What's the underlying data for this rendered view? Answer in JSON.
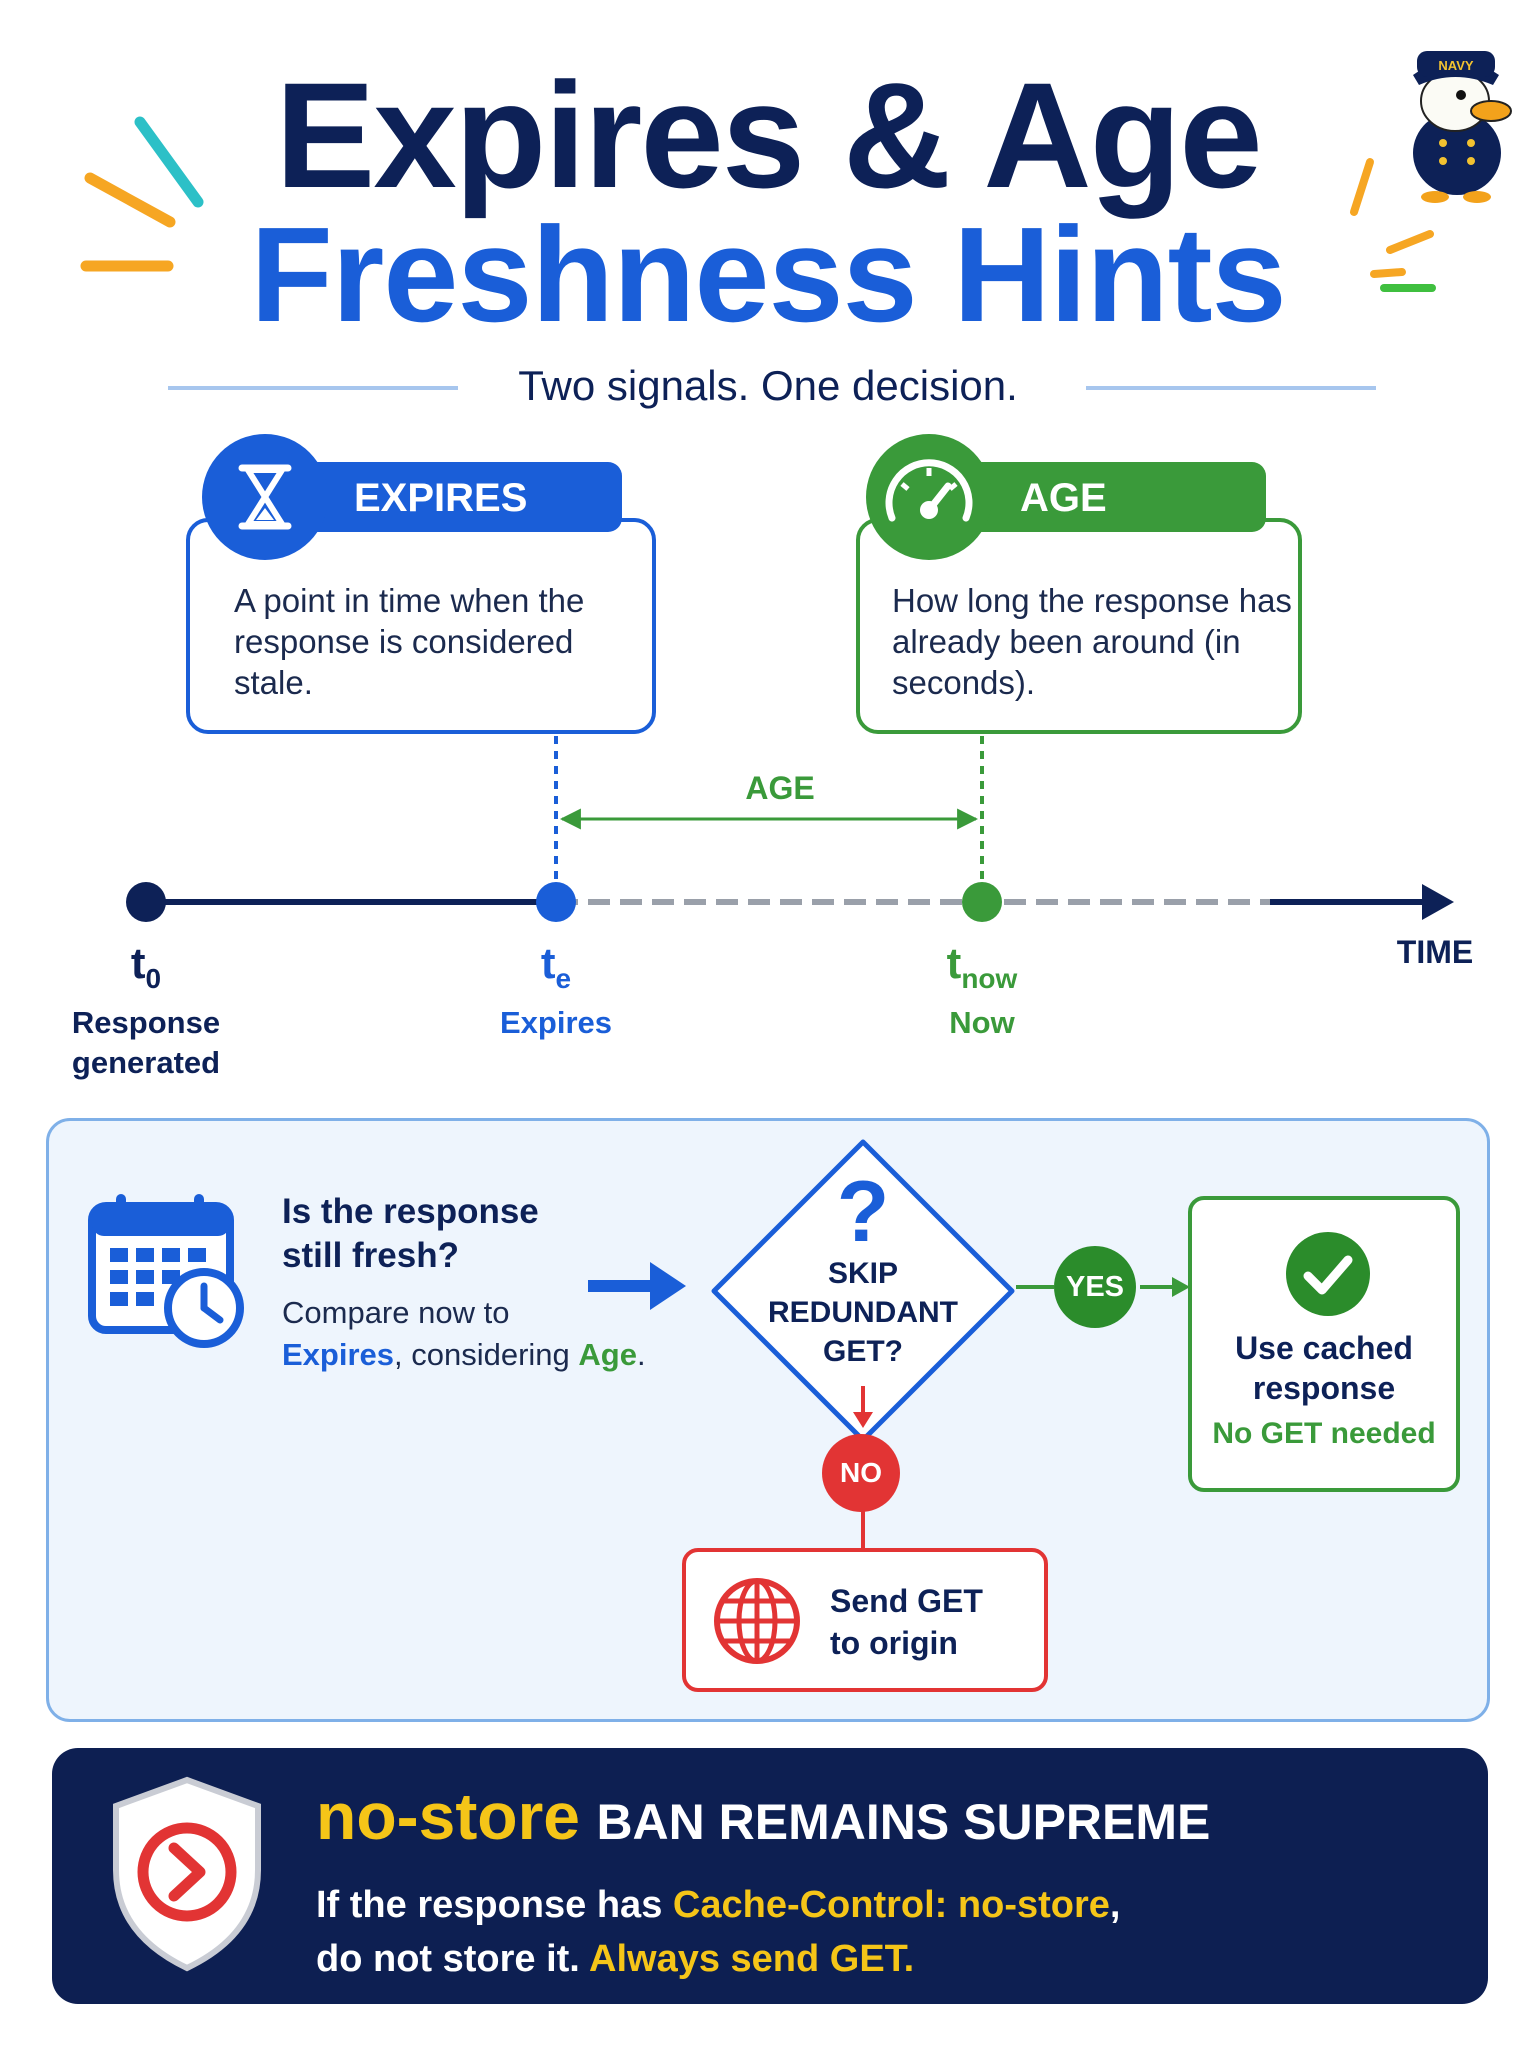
{
  "header": {
    "title_line1": "Expires & Age",
    "title_line2": "Freshness Hints",
    "subtitle": "Two signals. One decision.",
    "mascot_cap_text": "NAVY"
  },
  "cards": {
    "expires": {
      "label": "EXPIRES",
      "icon": "hourglass-icon",
      "text": [
        "A point in time when the",
        "response is considered",
        "stale."
      ],
      "color": "#1a5ed8"
    },
    "age": {
      "label": "AGE",
      "icon": "speedometer-icon",
      "text": [
        "How long the response has",
        "already been around (in",
        "seconds)."
      ],
      "color": "#3a9a3a"
    }
  },
  "timeline": {
    "age_span_label": "AGE",
    "axis_label": "TIME",
    "points": [
      {
        "symbol": "t",
        "sub": "0",
        "caption": [
          "Response",
          "generated"
        ],
        "color": "#0d2157"
      },
      {
        "symbol": "t",
        "sub": "e",
        "caption": [
          "Expires"
        ],
        "color": "#1a5ed8"
      },
      {
        "symbol": "t",
        "sub": "now",
        "caption": [
          "Now"
        ],
        "color": "#3a9a3a"
      }
    ]
  },
  "decision": {
    "question": [
      "Is the response",
      "still fresh?"
    ],
    "compare_prefix": "Compare now to",
    "compare_expires": "Expires",
    "compare_mid": ", considering ",
    "compare_age": "Age",
    "compare_end": ".",
    "diamond_mark": "?",
    "diamond_text": [
      "SKIP",
      "REDUNDANT",
      "GET?"
    ],
    "yes_label": "YES",
    "no_label": "NO",
    "yes_result": [
      "Use cached",
      "response"
    ],
    "yes_note": "No GET needed",
    "no_result": [
      "Send GET",
      "to origin"
    ],
    "icons": [
      "calendar-clock-icon",
      "checkmark-icon",
      "globe-icon"
    ]
  },
  "banner": {
    "keyword": "no-store",
    "headline": "BAN REMAINS SUPREME",
    "line1_prefix": "If the response has ",
    "line1_highlight": "Cache-Control: no-store",
    "line1_suffix": ",",
    "line2_prefix": "do not store it. ",
    "line2_highlight": "Always send GET.",
    "icon": "shield-prohibited-icon"
  }
}
